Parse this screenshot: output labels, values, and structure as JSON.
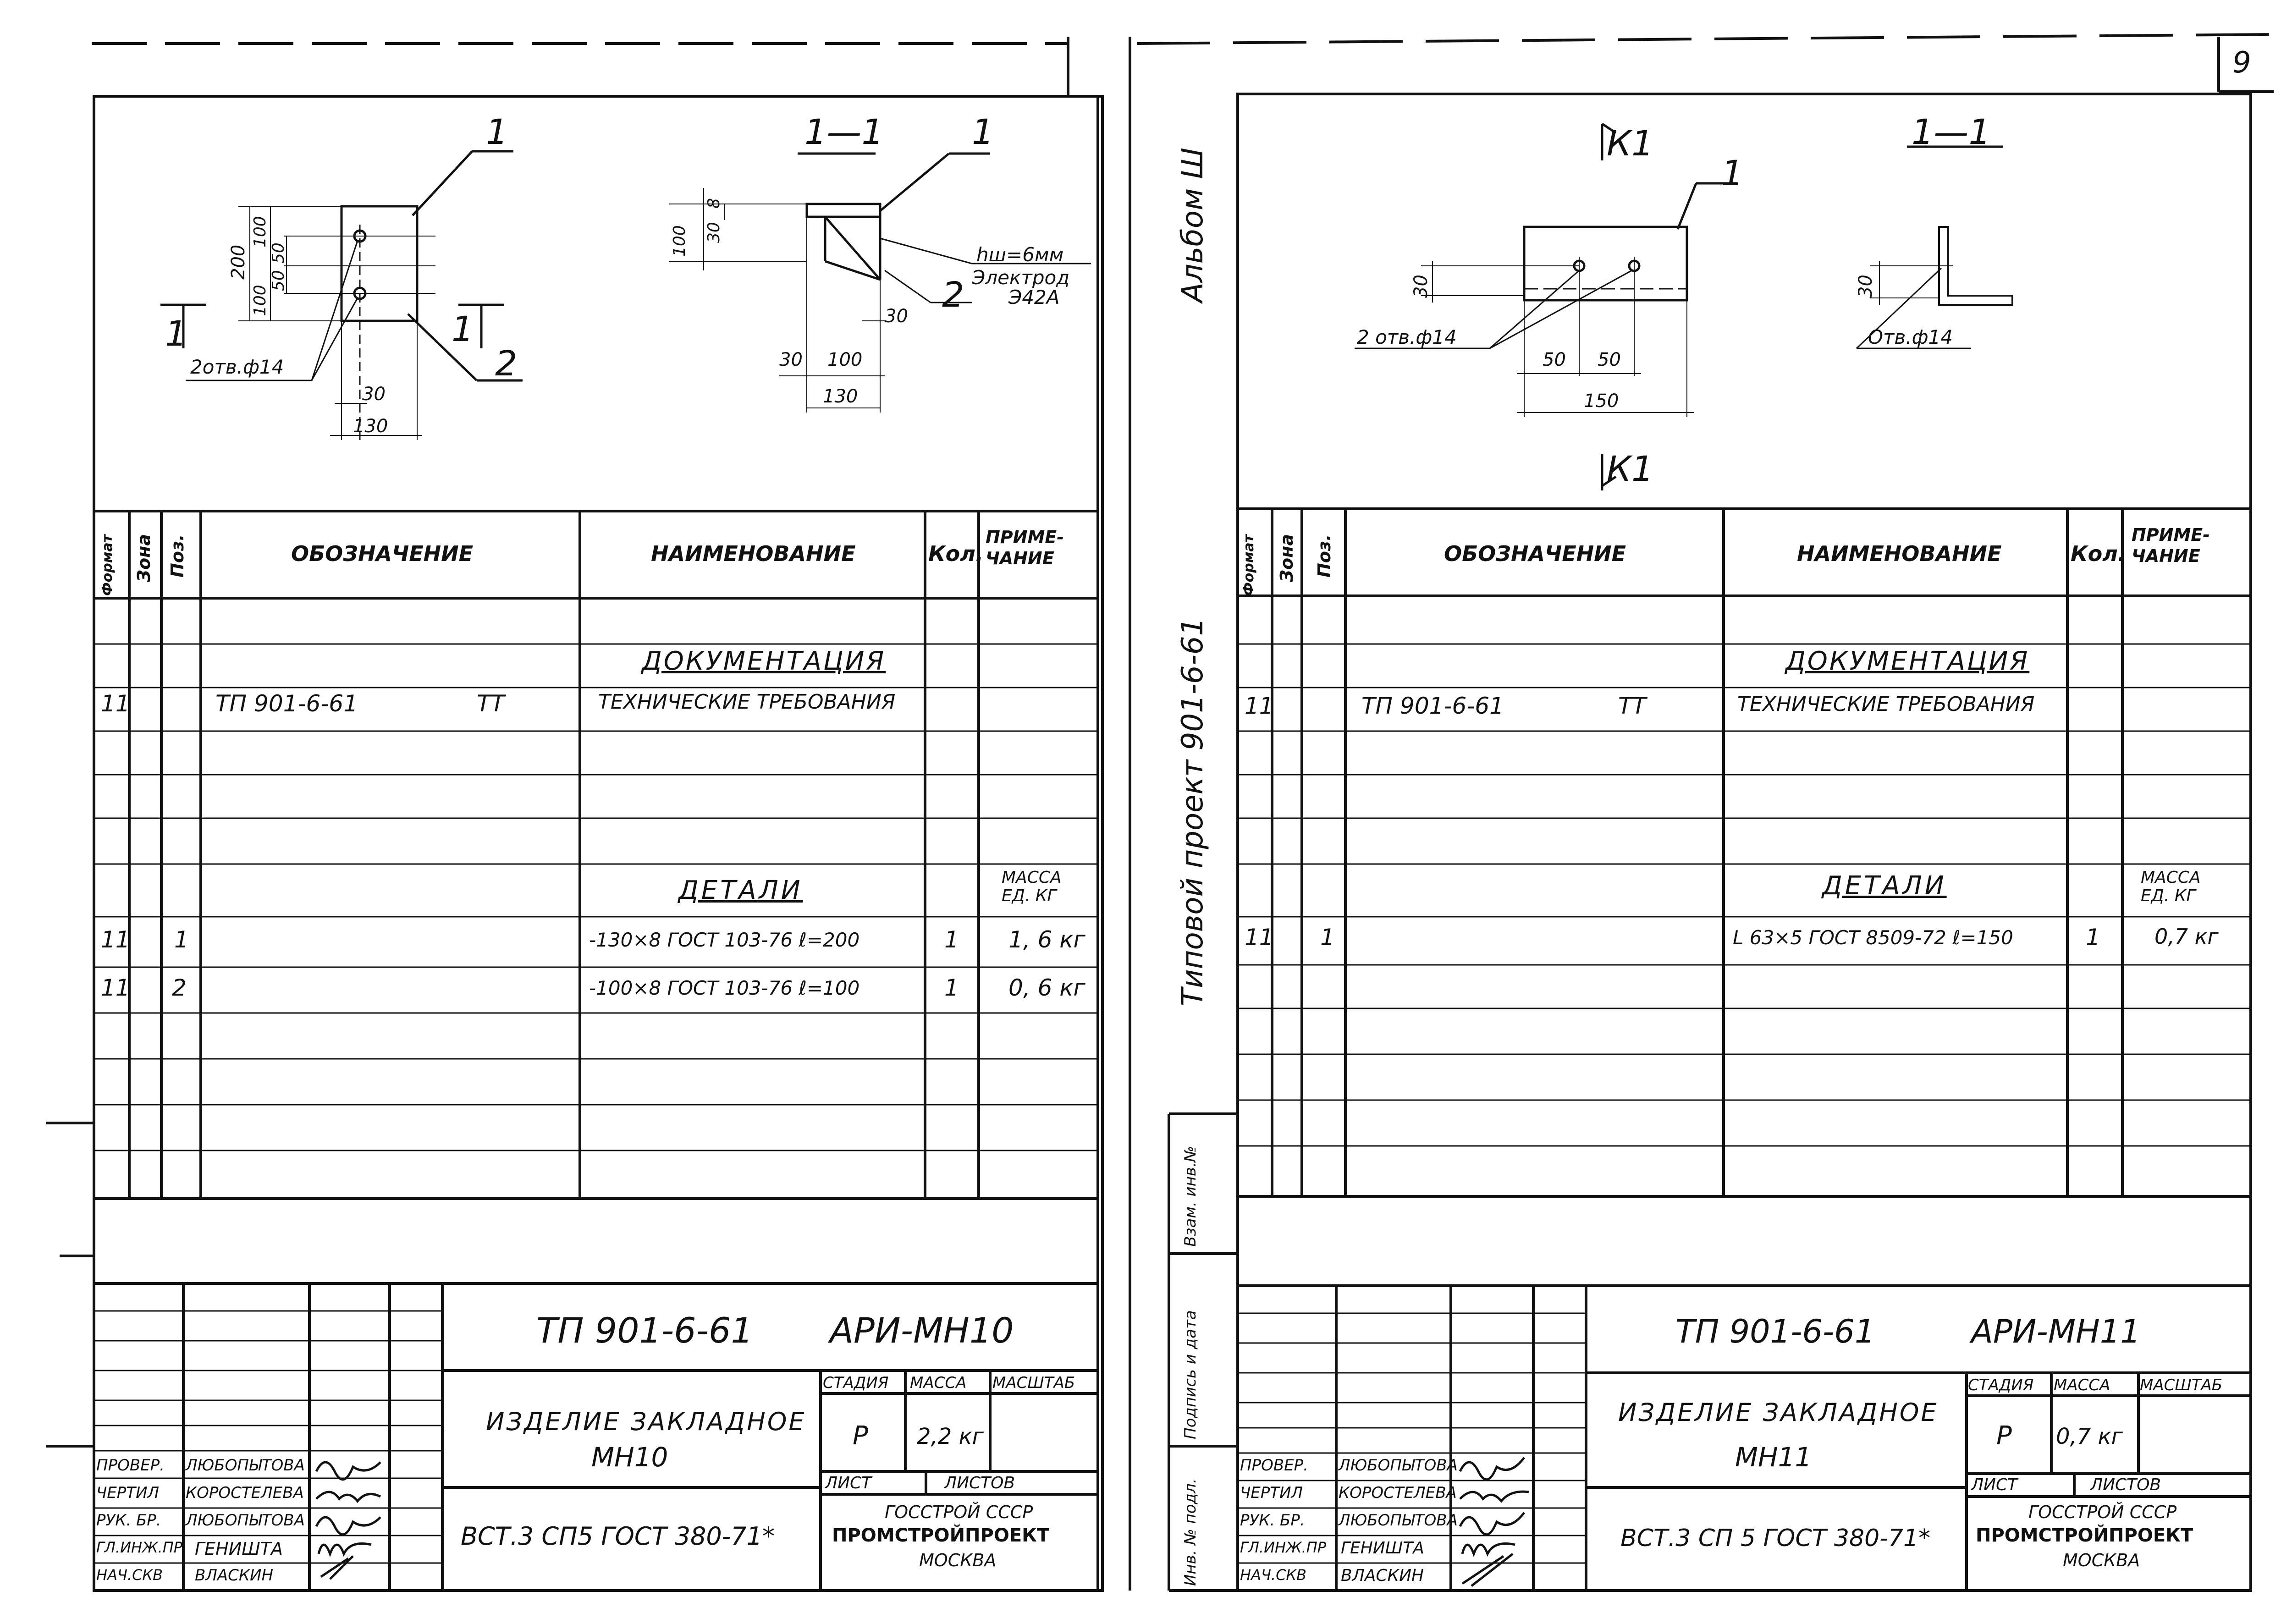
{
  "page_number": "9",
  "album_vertical": "Альбом Ш",
  "project_vertical": "Типовой   проект   901-6-61",
  "side_labels": {
    "vzam": "Взам. инв.№",
    "podpis": "Подпись и дата",
    "inv": "Инв. № подл."
  },
  "table_headers": {
    "format": "Формат",
    "zona": "Зона",
    "poz": "Поз.",
    "oboz": "Обозначение",
    "naim": "Наименование",
    "kol": "Кол.",
    "prim": "Приме-чание"
  },
  "left": {
    "drawing": {
      "leader1": "1",
      "leader2": "2",
      "section_title": "1—1",
      "sec_leader1": "1",
      "sec_leader2": "2",
      "section_mark_left": "1",
      "section_mark_right": "1",
      "dim_200": "200",
      "dim_100a": "100",
      "dim_100b": "100",
      "dim_50a": "50",
      "dim_50b": "50",
      "dim_30": "30",
      "dim_130": "130",
      "holes": "2отв.ф14",
      "sdim_100": "100",
      "sdim_30": "30",
      "sdim_8": "8",
      "sdim_30b": "30",
      "sdim_30c": "30",
      "sdim_100b": "100",
      "sdim_130": "130",
      "weld": "hш=6мм",
      "electrode": "Электрод",
      "electrode_type": "Э42А"
    },
    "rows": {
      "doc_section": "Документация",
      "doc_format": "11",
      "doc_oboz": "ТП 901-6-61",
      "doc_tt": "ТТ",
      "doc_naim": "Технические требования",
      "det_section": "Детали",
      "mass_label": "Масса ед. кг",
      "p1_format": "11",
      "p1_poz": "1",
      "p1_naim": "-130×8 ГОСТ 103-76  ℓ=200",
      "p1_kol": "1",
      "p1_mass": "1, 6 кг",
      "p2_format": "11",
      "p2_poz": "2",
      "p2_naim": "-100×8 ГОСТ 103-76  ℓ=100",
      "p2_kol": "1",
      "p2_mass": "0, 6 кг"
    },
    "title": {
      "doc_code": "ТП 901-6-61",
      "sheet_code": "АРИ-МН10",
      "name1": "Изделие закладное",
      "name2": "МН10",
      "material": "ВСт.3 сп5 ГОСТ 380-71*",
      "stadia_label": "Стадия",
      "massa_label": "Масса",
      "masshtab_label": "Масштаб",
      "stadia": "Р",
      "massa": "2,2 кг",
      "list_label": "Лист",
      "listov_label": "Листов",
      "org1": "Госстрой СССР",
      "org2": "ПРОМСТРОЙПРОЕКТ",
      "org3": "Москва",
      "roles": [
        "Провер.",
        "Чертил",
        "Рук. бр.",
        "Гл.инж.пр",
        "Нач.скв"
      ],
      "names": [
        "Любопытова",
        "Коростелева",
        "Любопытова",
        "Геништа",
        "Власкин"
      ]
    }
  },
  "right": {
    "drawing": {
      "k_top": "К1",
      "k_bottom": "К1",
      "leader1": "1",
      "section_title": "1—1",
      "dim_30": "30",
      "holes": "2 отв.ф14",
      "dim_50a": "50",
      "dim_50b": "50",
      "dim_150": "150",
      "sdim_30": "30",
      "hole_single": "Отв.ф14"
    },
    "rows": {
      "doc_section": "Документация",
      "doc_format": "11",
      "doc_oboz": "ТП 901-6-61",
      "doc_tt": "ТТ",
      "doc_naim": "Технические требования",
      "det_section": "Детали",
      "mass_label": "Масса ед. кг",
      "p1_format": "11",
      "p1_poz": "1",
      "p1_naim": "L 63×5  ГОСТ 8509-72 ℓ=150",
      "p1_kol": "1",
      "p1_mass": "0,7 кг"
    },
    "title": {
      "doc_code": "ТП 901-6-61",
      "sheet_code": "АРИ-МН11",
      "name1": "Изделие закладное",
      "name2": "МН11",
      "material": "ВСт.3 сп 5 ГОСТ 380-71*",
      "stadia_label": "Стадия",
      "massa_label": "Масса",
      "masshtab_label": "Масштаб",
      "stadia": "Р",
      "massa": "0,7 кг",
      "list_label": "Лист",
      "listov_label": "Листов",
      "org1": "Госстрой СССР",
      "org2": "ПРОМСТРОЙПРОЕКТ",
      "org3": "Москва",
      "roles": [
        "Провер.",
        "Чертил",
        "Рук. бр.",
        "Гл.инж.пр",
        "Нач.скв"
      ],
      "names": [
        "Любопытова",
        "Коростелева",
        "Любопытова",
        "Геништа",
        "Власкин"
      ]
    }
  }
}
